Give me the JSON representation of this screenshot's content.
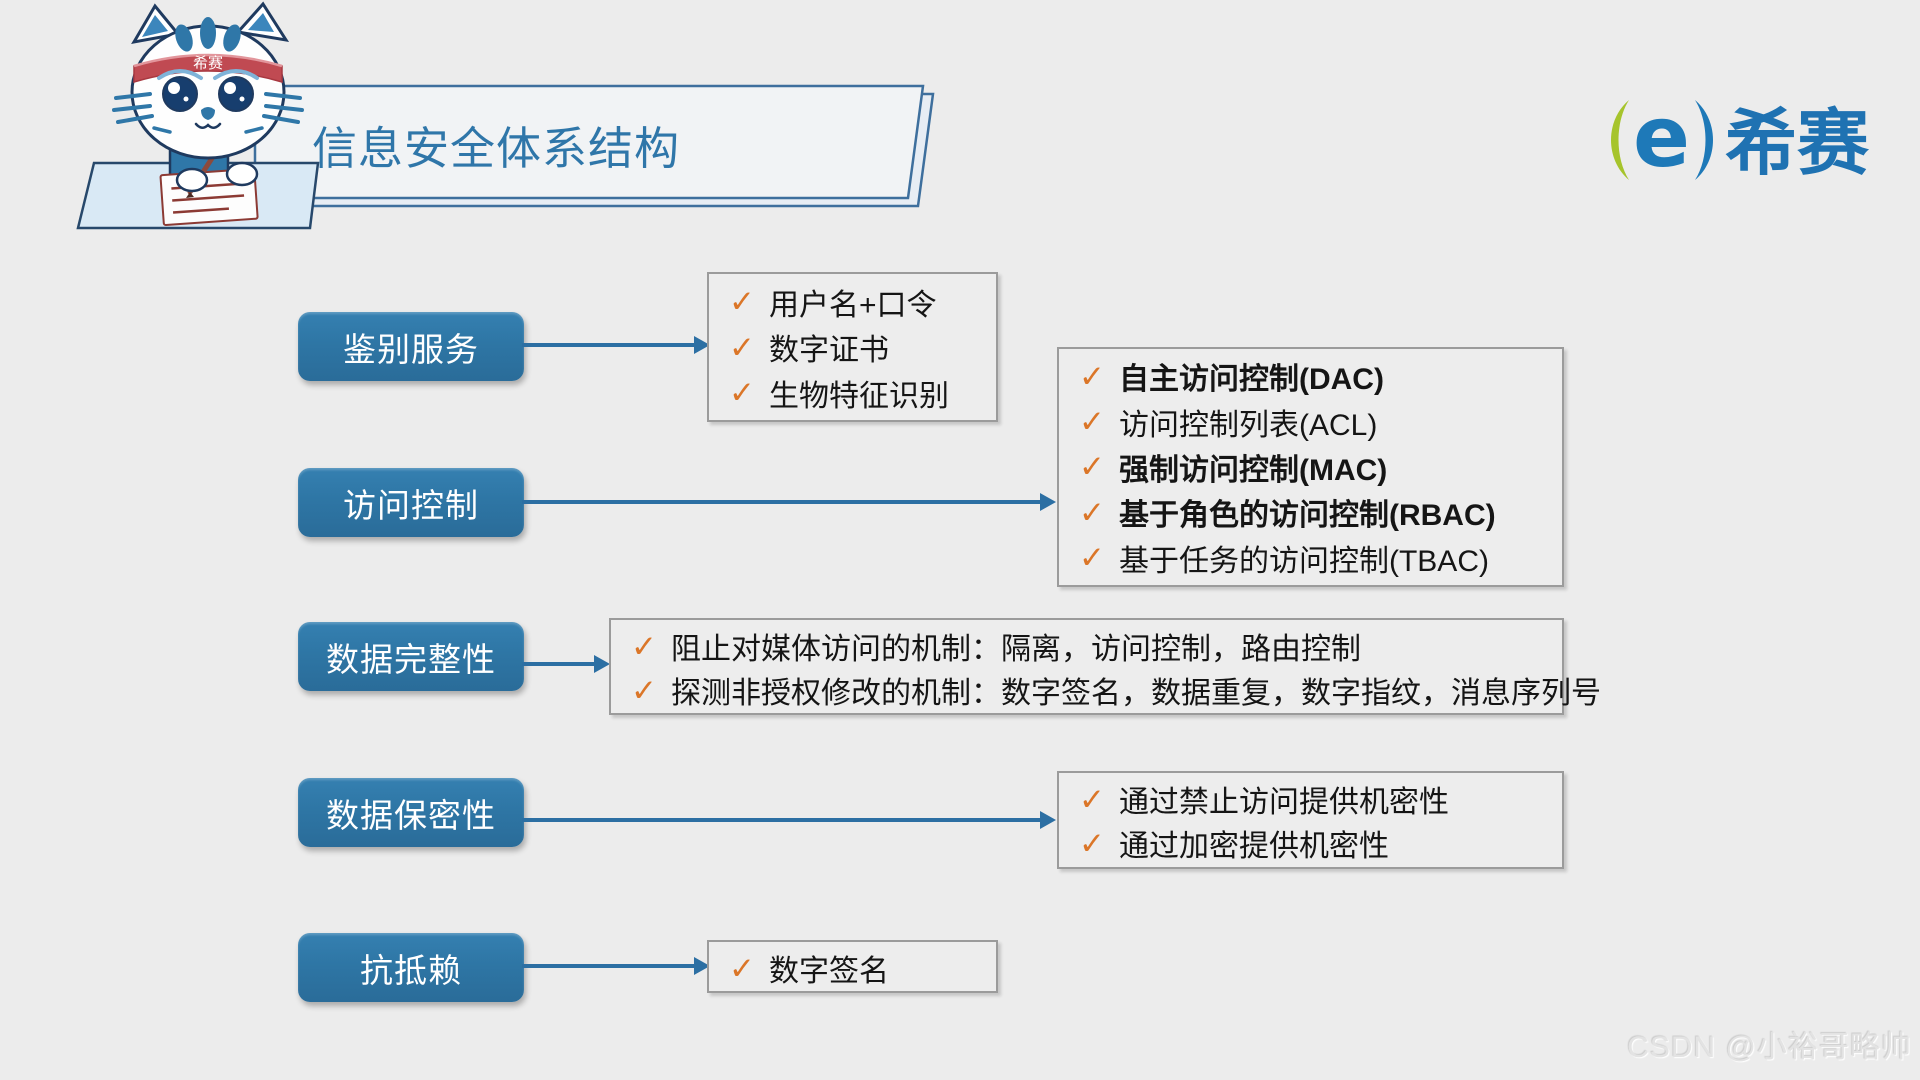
{
  "header": {
    "title": "信息安全体系结构",
    "logo": {
      "mark": "e",
      "text": "希赛"
    },
    "mascot": {
      "headband_text": "希赛"
    }
  },
  "icons": {
    "check": "✓"
  },
  "watermark": "CSDN @小裕哥略帅",
  "colors": {
    "background": "#ECECEC",
    "node_blue": "#2E76A5",
    "arrow_blue": "#2C6FA3",
    "title_blue": "#2F76A9",
    "logo_blue": "#1E79B8",
    "logo_green": "#A6C42C",
    "check_orange": "#DB7628",
    "box_border_gray": "#9B9B9B",
    "headband_red": "#C04A52"
  },
  "diagram": {
    "nodes": [
      {
        "label": "鉴别服务",
        "items": [
          {
            "text": "用户名+口令",
            "bold": false
          },
          {
            "text": "数字证书",
            "bold": false
          },
          {
            "text": "生物特征识别",
            "bold": false
          }
        ]
      },
      {
        "label": "访问控制",
        "items": [
          {
            "text": "自主访问控制(DAC)",
            "bold": true
          },
          {
            "text": "访问控制列表(ACL)",
            "bold": false
          },
          {
            "text": "强制访问控制(MAC)",
            "bold": true
          },
          {
            "text": "基于角色的访问控制(RBAC)",
            "bold": true
          },
          {
            "text": "基于任务的访问控制(TBAC)",
            "bold": false
          }
        ]
      },
      {
        "label": "数据完整性",
        "items": [
          {
            "text": "阻止对媒体访问的机制：隔离，访问控制，路由控制",
            "bold": false
          },
          {
            "text": "探测非授权修改的机制：数字签名，数据重复，数字指纹，消息序列号",
            "bold": false
          }
        ]
      },
      {
        "label": "数据保密性",
        "items": [
          {
            "text": "通过禁止访问提供机密性",
            "bold": false
          },
          {
            "text": "通过加密提供机密性",
            "bold": false
          }
        ]
      },
      {
        "label": "抗抵赖",
        "items": [
          {
            "text": "数字签名",
            "bold": false
          }
        ]
      }
    ]
  }
}
